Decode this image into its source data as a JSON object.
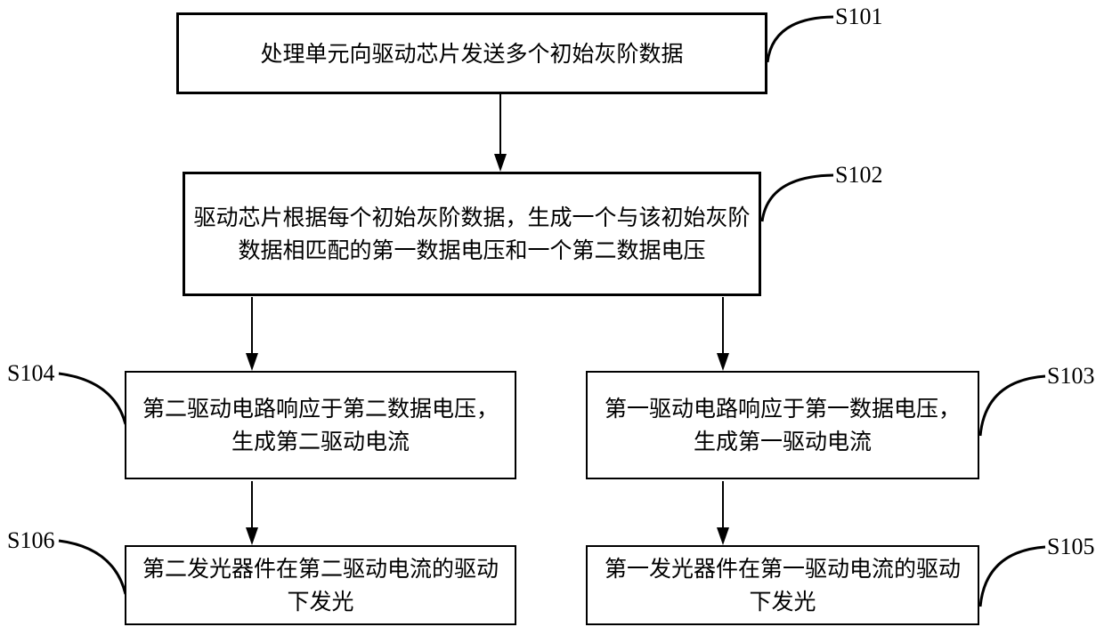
{
  "figure": {
    "type": "patent-flowchart",
    "background_color": "#ffffff",
    "line_color": "#000000",
    "steps": [
      {
        "label": "S101",
        "lines": [
          "处理单元向驱动芯片发送多个初始灰阶数据"
        ]
      },
      {
        "label": "S102",
        "lines": [
          "驱动芯片根据每个初始灰阶数据，生成一个与该初始灰阶",
          "数据相匹配的第一数据电压和一个第二数据电压"
        ]
      },
      {
        "label": "S104",
        "lines": [
          "第二驱动电路响应于第二数据电压，",
          "生成第二驱动电流"
        ]
      },
      {
        "label": "S103",
        "lines": [
          "第一驱动电路响应于第一数据电压，",
          "生成第一驱动电流"
        ]
      },
      {
        "label": "S106",
        "lines": [
          "第二发光器件在第二驱动电流的驱动",
          "下发光"
        ]
      },
      {
        "label": "S105",
        "lines": [
          "第一发光器件在第一驱动电流的驱动",
          "下发光"
        ]
      }
    ]
  }
}
